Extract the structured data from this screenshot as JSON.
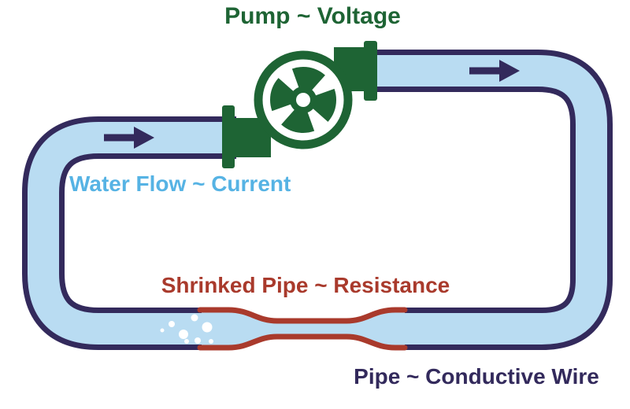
{
  "diagram": {
    "labels": {
      "pump": "Pump ~ Voltage",
      "water_flow": "Water Flow ~ Current",
      "shrinked_pipe": "Shrinked Pipe ~ Resistance",
      "pipe": "Pipe ~ Conductive Wire"
    },
    "icons": {
      "pump": "pump-impeller-icon",
      "flow_arrow_left": "right-arrow-icon",
      "flow_arrow_right": "right-arrow-icon",
      "bubbles": "bubbles-icon"
    },
    "flow_direction": "clockwise"
  },
  "colors": {
    "pipe_outline": "#332a5c",
    "water_blue": "#b9dcf2",
    "label_blue": "#56b3e4",
    "pump_green": "#1e6434",
    "resistance_red": "#a93a2c",
    "background": "#ffffff"
  }
}
